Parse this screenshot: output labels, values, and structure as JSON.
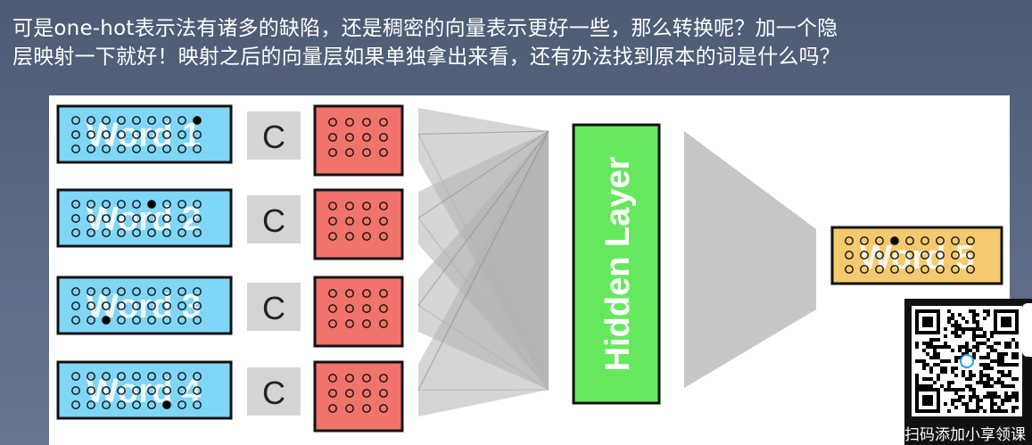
{
  "caption": {
    "line1": "可是one-hot表示法有诸多的缺陷，还是稠密的向量表示更好一些，那么转换呢？加一个隐",
    "line2": "层映射一下就好！映射之后的向量层如果单独拿出来看，还有办法找到原本的词是什么吗？"
  },
  "diagram": {
    "inputs": [
      {
        "label": "Word 1",
        "dot_index": 8
      },
      {
        "label": "Word 2",
        "dot_index": 5
      },
      {
        "label": "Word 3",
        "dot_index": 20
      },
      {
        "label": "Word 4",
        "dot_index": 24
      }
    ],
    "c_label": "C",
    "hidden_label": "Hidden Layer",
    "output": {
      "label": "Word 5",
      "dot_index": 3
    },
    "colors": {
      "input_fill": "#7fd6f7",
      "projection_fill": "#f2736b",
      "hidden_fill": "#66e85e",
      "output_fill": "#f5c96e",
      "c_fill": "#d4d4d4",
      "fan": "#b3b3b3"
    }
  },
  "qr": {
    "text": "扫码添加小享领课"
  }
}
